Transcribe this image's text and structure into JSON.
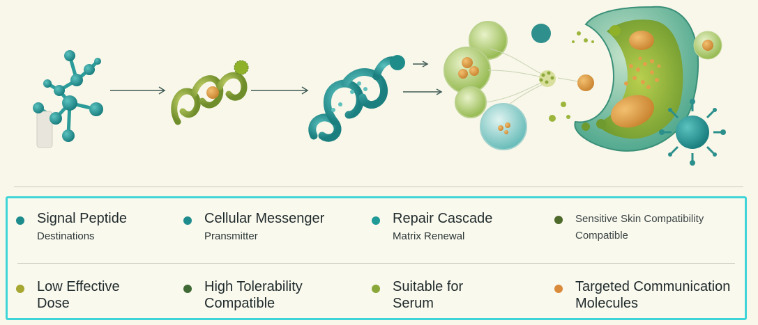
{
  "colors": {
    "teal": "#1e8c8c",
    "teal_light": "#2aa3a0",
    "olive": "#8aa83a",
    "olive_dark": "#4f6b2c",
    "olive_light": "#a6b33c",
    "orange": "#d98a3a",
    "frame": "#3fd5d8"
  },
  "legend": {
    "row1": [
      {
        "title": "Signal Peptide",
        "sub": "Destinations",
        "dot": "#1e8c8c",
        "icon": "teal-dot-icon"
      },
      {
        "title": "Cellular Messenger",
        "sub": "Pransmitter",
        "dot": "#1e8c8c",
        "icon": "teal-dot-icon"
      },
      {
        "title": "Repair Cascade",
        "sub": "Matrix Renewal",
        "dot": "#1f9a96",
        "icon": "teal-dot-icon"
      },
      {
        "title": "Sensitive Skin Compatibility",
        "sub": "Compatible",
        "dot": "#4f6b2c",
        "icon": "olive-dot-icon"
      }
    ],
    "row2": [
      {
        "title": "Low Effective",
        "sub": "Dose",
        "dot": "#a6a832",
        "icon": "olive-dot-icon"
      },
      {
        "title": "High Tolerability",
        "sub": "Compatible",
        "dot": "#3f6a35",
        "icon": "green-dot-icon"
      },
      {
        "title": "Suitable for",
        "sub": "Serum",
        "dot": "#8aa83a",
        "icon": "olive-dot-icon"
      },
      {
        "title": "Targeted Communication",
        "sub": "Molecules",
        "dot": "#d98a3a",
        "icon": "orange-dot-icon"
      }
    ]
  }
}
